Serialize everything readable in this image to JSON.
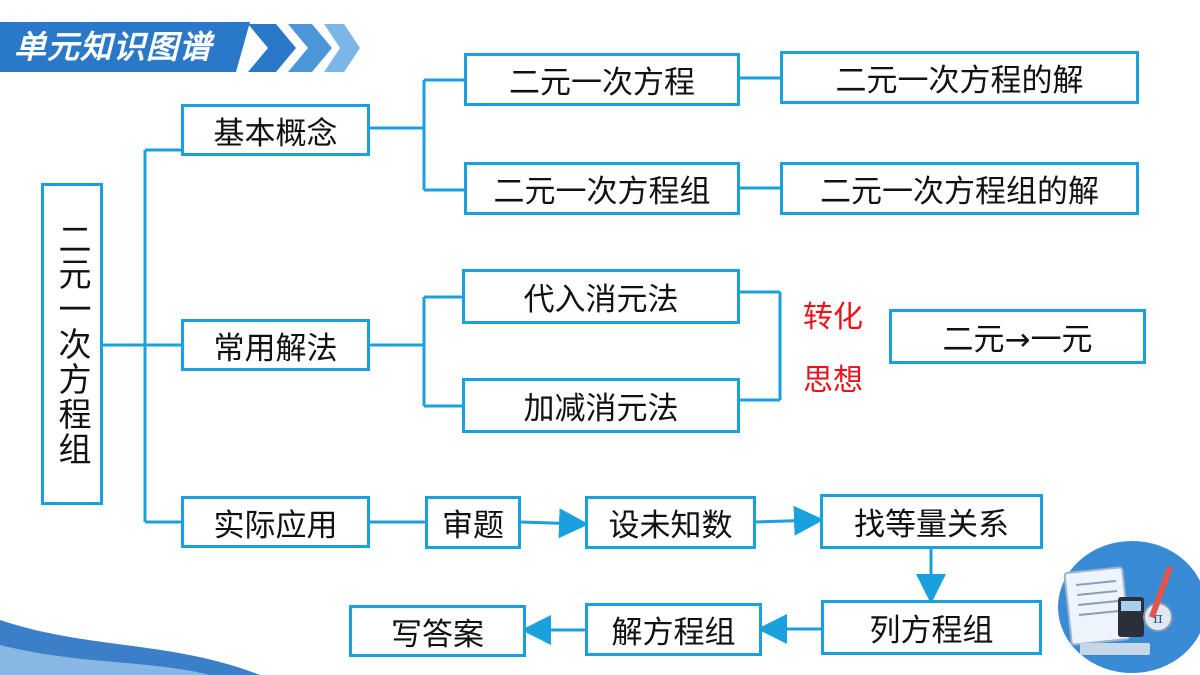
{
  "header": {
    "title": "单元知识图谱"
  },
  "root": {
    "label": "二元一次方程组"
  },
  "branches": {
    "concept": "基本概念",
    "methods": "常用解法",
    "application": "实际应用"
  },
  "concepts": {
    "equation": "二元一次方程",
    "equation_solution": "二元一次方程的解",
    "system": "二元一次方程组",
    "system_solution": "二元一次方程组的解"
  },
  "methods": {
    "substitution": "代入消元法",
    "elimination": "加减消元法",
    "idea_line1": "转化",
    "idea_line2": "思想",
    "result": "二元→一元"
  },
  "steps": {
    "read": "审题",
    "unknowns": "设未知数",
    "relation": "找等量关系",
    "list": "列方程组",
    "solve": "解方程组",
    "answer": "写答案"
  },
  "colors": {
    "accent": "#1aa0dc",
    "banner": "#2a78c8",
    "highlight": "#e8141c"
  }
}
